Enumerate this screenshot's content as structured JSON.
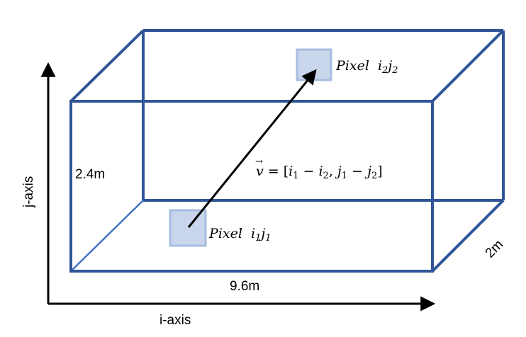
{
  "colors": {
    "box_edge": "#2f5597",
    "box_edge_light": "#4472c4",
    "pixel_fill": "#c9d5ea",
    "pixel_stroke": "#a7bde0",
    "arrow": "#000000"
  },
  "labels": {
    "height": "2.4m",
    "length": "9.6m",
    "depth": "2m",
    "i_axis": "i-axis",
    "j_axis": "j-axis"
  },
  "pixel1": {
    "word": "Pixel",
    "i": "i",
    "i_sub": "1",
    "j": "j",
    "j_sub": "1"
  },
  "pixel2": {
    "word": "Pixel",
    "i": "i",
    "i_sub": "2",
    "j": "j",
    "j_sub": "2"
  },
  "vector": {
    "name": "v",
    "arrow_mark": "→",
    "equals": "= [",
    "i1": "i",
    "i1_sub": "1",
    "minus1": " − ",
    "i2": "i",
    "i2_sub": "2",
    "comma": ", ",
    "j1": "j",
    "j1_sub": "1",
    "minus2": " − ",
    "j2": "j",
    "j2_sub": "2",
    "close": "]"
  }
}
